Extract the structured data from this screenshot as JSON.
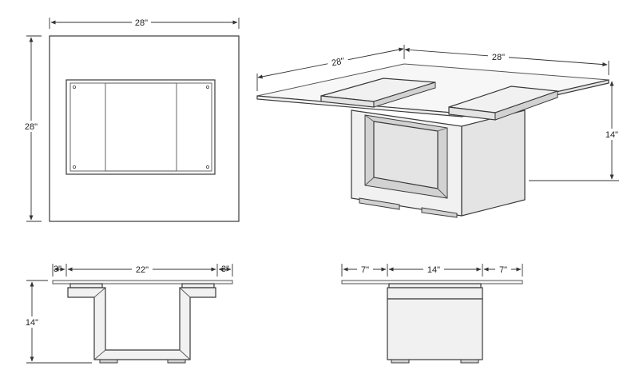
{
  "views": {
    "top": {
      "width_label": "28\"",
      "depth_label": "28\""
    },
    "perspective": {
      "width_label": "28\"",
      "depth_label": "28\"",
      "height_label": "14\""
    },
    "front": {
      "left_margin_label": "3\"",
      "center_label": "22\"",
      "right_margin_label": "3\"",
      "height_label": "14\""
    },
    "side": {
      "left_margin_label": "7\"",
      "center_label": "14\"",
      "right_margin_label": "7\""
    }
  },
  "colors": {
    "line": "#3a3a3a",
    "glass": "#f7f7f7",
    "base_light": "#f1f1f1",
    "base_mid": "#e4e4e4",
    "base_dark": "#d2d2d2"
  }
}
